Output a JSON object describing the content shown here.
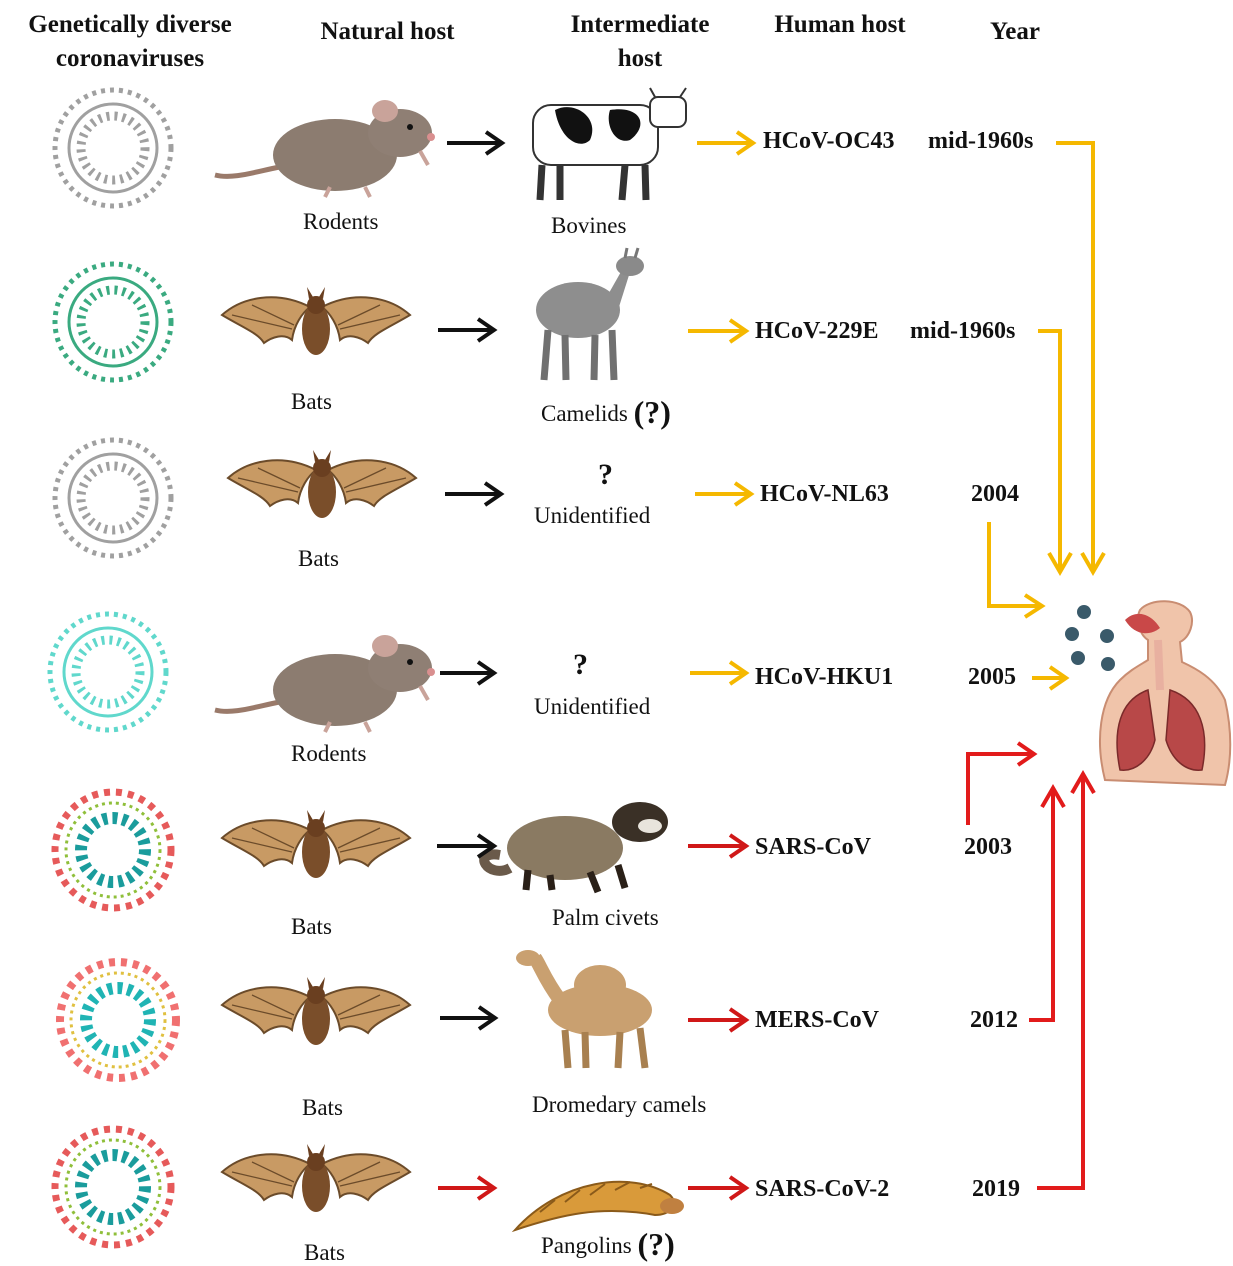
{
  "headers": {
    "viruses": "Genetically diverse coronaviruses",
    "natural_host": "Natural host",
    "intermediate_host": "Intermediate host",
    "human_host": "Human host",
    "year": "Year"
  },
  "rows": [
    {
      "natural": "Rodents",
      "intermediate": "Bovines",
      "intermediate_q": "",
      "human": "HCoV-OC43",
      "year": "mid-1960s",
      "virus_color": "#9a9a9a",
      "arrow_color": "#f5b800"
    },
    {
      "natural": "Bats",
      "intermediate": "Camelids",
      "intermediate_q": "(?)",
      "human": "HCoV-229E",
      "year": "mid-1960s",
      "virus_color": "#3aaa80",
      "arrow_color": "#f5b800"
    },
    {
      "natural": "Bats",
      "intermediate": "Unidentified",
      "intermediate_q": "?",
      "human": "HCoV-NL63",
      "year": "2004",
      "virus_color": "#9a9a9a",
      "arrow_color": "#f5b800"
    },
    {
      "natural": "Rodents",
      "intermediate": "Unidentified",
      "intermediate_q": "?",
      "human": "HCoV-HKU1",
      "year": "2005",
      "virus_color": "#50d0c8",
      "arrow_color": "#f5b800"
    },
    {
      "natural": "Bats",
      "intermediate": "Palm civets",
      "intermediate_q": "",
      "human": "SARS-CoV",
      "year": "2003",
      "virus_color": "#1a9c9c",
      "arrow_color": "#d01818"
    },
    {
      "natural": "Bats",
      "intermediate": "Dromedary camels",
      "intermediate_q": "",
      "human": "MERS-CoV",
      "year": "2012",
      "virus_color": "#20b4b4",
      "arrow_color": "#d01818"
    },
    {
      "natural": "Bats",
      "intermediate": "Pangolins",
      "intermediate_q": "(?)",
      "human": "SARS-CoV-2",
      "year": "2019",
      "virus_color": "#1a9c9c",
      "arrow_color": "#d01818"
    }
  ],
  "colors": {
    "mild": "#f5b800",
    "severe": "#e21b1b",
    "black_arrow": "#111111",
    "human_body": "#e6a58a"
  }
}
